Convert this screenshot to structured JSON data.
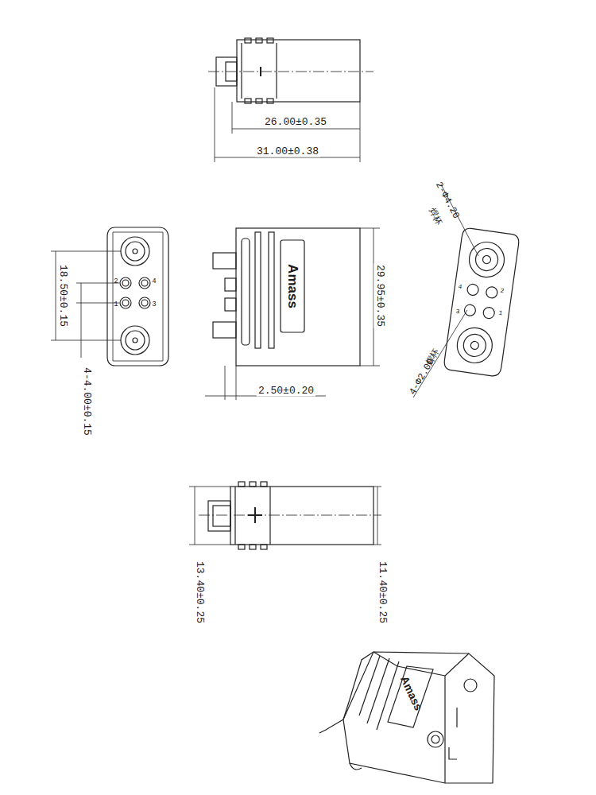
{
  "diagram": {
    "labels": [
      "26.00±0.35",
      "31.00±0.38",
      "18.50±0.15",
      "4-4.00±0.15",
      "2",
      "4",
      "1",
      "3",
      "Amass",
      "2.50±0.20",
      "29.95±0.35",
      "2-Φ4.20",
      "焊杯",
      "4",
      "2",
      "3",
      "1",
      "4-Φ2.00",
      "焊杯",
      "13.40±0.25",
      "11.40±0.25",
      "Amass"
    ]
  }
}
